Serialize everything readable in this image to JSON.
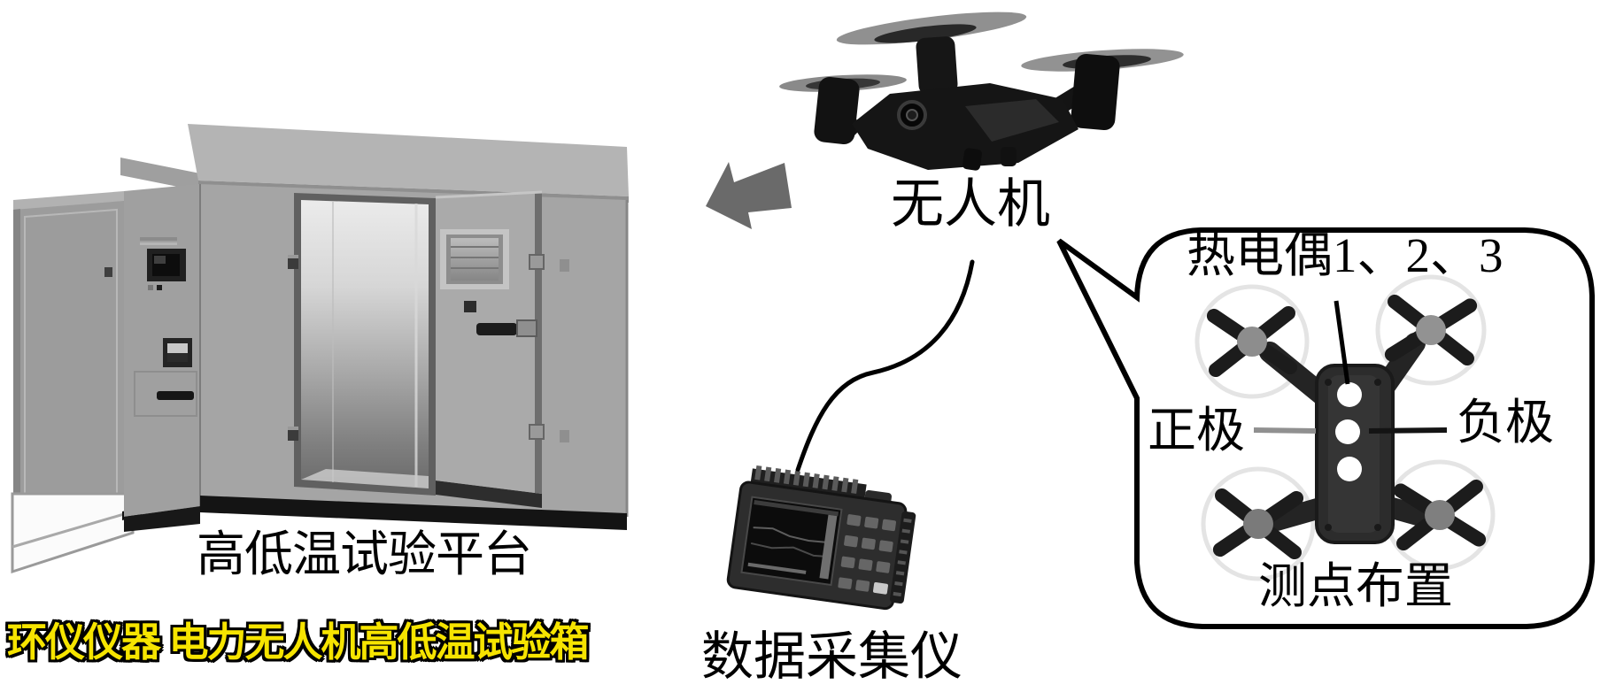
{
  "figure": {
    "description_labels": {
      "drone": "无人机",
      "chamber": "高低温试验平台",
      "data_logger": "数据采集仪",
      "thermocouples": "热电偶1、2、3",
      "positive_pole": "正极",
      "negative_pole": "负极",
      "measurement_points": "测点布置",
      "watermark": "环仪仪器 电力无人机高低温试验箱"
    },
    "colors": {
      "background": "#ffffff",
      "line_black": "#000000",
      "arrow_gray": "#6a6a6a",
      "watermark_yellow": "#f6e400",
      "watermark_outline": "#000000",
      "bubble_fill": "#ffffff",
      "bubble_stroke": "#000000",
      "chamber_gray": "#a5a5a5",
      "roof_gray": "#b4b4b4",
      "metal_panel_light": "#ebebeb",
      "device_dark": "#2d2d2d",
      "positive_line_gray": "#909090"
    }
  }
}
